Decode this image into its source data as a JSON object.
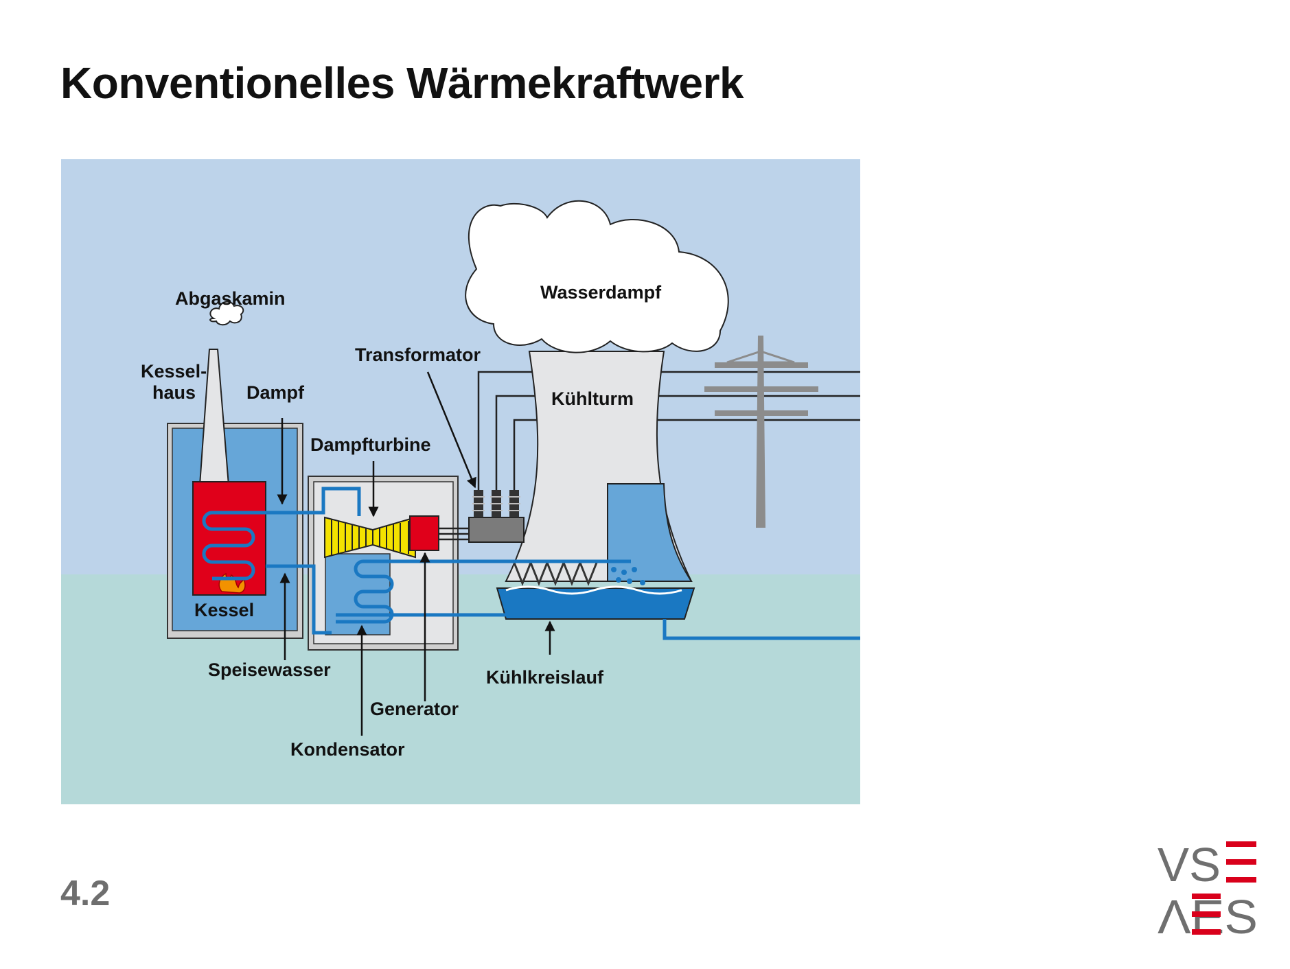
{
  "page": {
    "title": "Konventionelles Wärmekraftwerk",
    "number": "4.2"
  },
  "diagram": {
    "labels": {
      "abgaskamin": "Abgaskamin",
      "kesselhaus_line1": "Kessel-",
      "kesselhaus_line2": "haus",
      "dampf": "Dampf",
      "dampfturbine": "Dampfturbine",
      "transformator": "Transformator",
      "wasserdampf": "Wasserdampf",
      "kuehlturm": "Kühlturm",
      "kessel": "Kessel",
      "speisewasser": "Speisewasser",
      "kuehlkreislauf": "Kühlkreislauf",
      "generator": "Generator",
      "kondensator": "Kondensator"
    },
    "colors": {
      "sky": "#bdd3ea",
      "ground": "#b5d9d9",
      "water_blue": "#1a78c2",
      "building_blue": "#66a6d8",
      "boiler_red": "#e0001a",
      "turbine_yellow": "#f4e200",
      "tower_grey": "#e4e5e7",
      "pylon_grey": "#8c8c8c"
    }
  },
  "logo": {
    "top_text": "VS",
    "bottom_text": "ΛES",
    "accent_color": "#d9001b",
    "text_color": "#6f6f6f"
  }
}
